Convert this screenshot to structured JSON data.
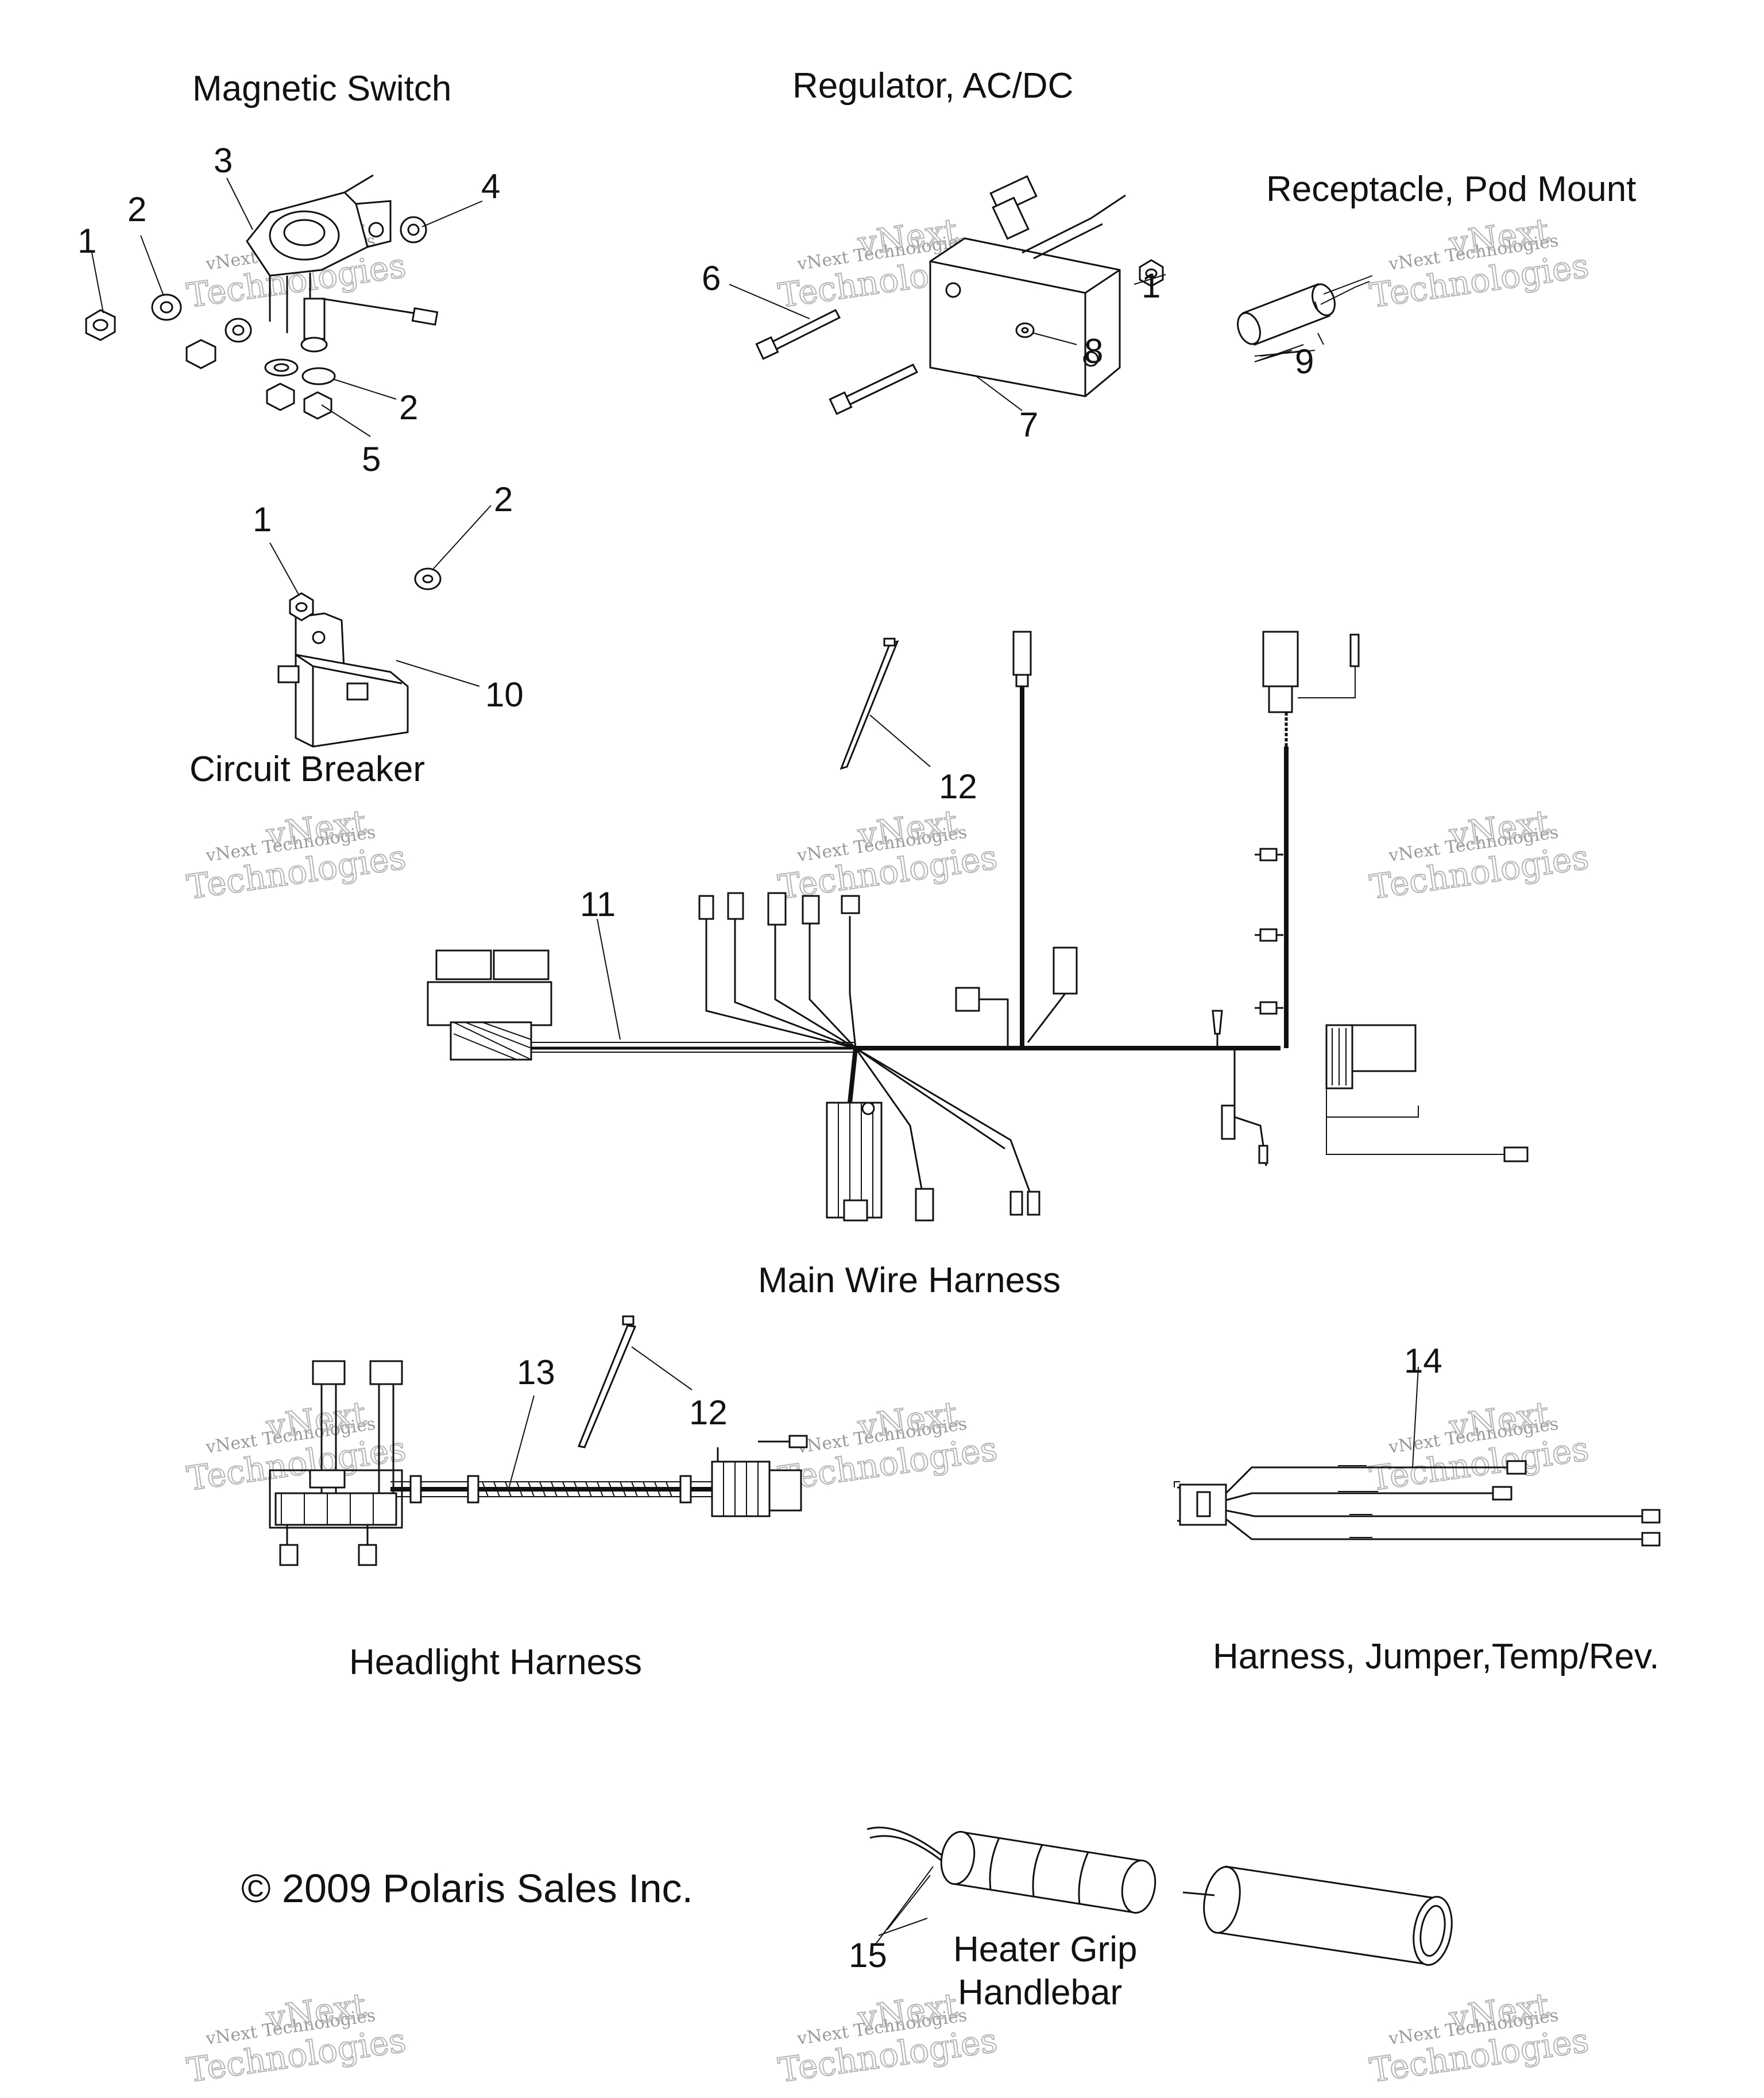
{
  "titles": {
    "magnetic_switch": "Magnetic Switch",
    "regulator": "Regulator, AC/DC",
    "receptacle": "Receptacle, Pod Mount",
    "circuit_breaker": "Circuit Breaker",
    "main_harness": "Main Wire Harness",
    "headlight_harness": "Headlight Harness",
    "jumper_harness": "Harness, Jumper,Temp/Rev.",
    "heater_grip_line1": "Heater Grip",
    "heater_grip_line2": "Handlebar"
  },
  "callouts": {
    "ms_1": "1",
    "ms_2a": "2",
    "ms_3": "3",
    "ms_4": "4",
    "ms_2b": "2",
    "ms_5": "5",
    "reg_6": "6",
    "reg_1": "1",
    "reg_8": "8",
    "reg_7": "7",
    "rec_9": "9",
    "cb_1": "1",
    "cb_2": "2",
    "cb_10": "10",
    "main_12": "12",
    "main_11": "11",
    "head_13": "13",
    "head_12": "12",
    "jump_14": "14",
    "grip_15": "15"
  },
  "copyright": "© 2009 Polaris Sales Inc.",
  "watermark": {
    "line1": "vNext Technologies",
    "line2": "vNext",
    "line3": "Technologies"
  }
}
